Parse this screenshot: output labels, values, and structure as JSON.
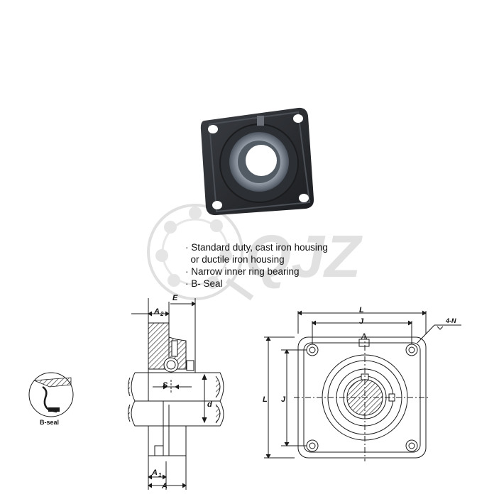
{
  "features": [
    "· Standard duty, cast iron housing",
    "  or ductile iron housing",
    "· Narrow inner ring bearing",
    "· B- Seal"
  ],
  "side_view": {
    "labels": {
      "E": "E",
      "A2": "A",
      "A2_sub": "2",
      "S": "S",
      "d": "d",
      "A1": "A",
      "A1_sub": "1",
      "A": "A"
    }
  },
  "front_view": {
    "labels": {
      "L_top": "L",
      "J_top": "J",
      "holes": "4-N",
      "L_left": "L",
      "J_left": "J"
    }
  },
  "seal_detail": {
    "caption": "B-seal"
  },
  "watermark": {
    "text": "QJZ"
  },
  "colors": {
    "housing": "#2b2d30",
    "line": "#1a1a1a",
    "hatch": "#444444",
    "watermark": "#c8c8c8"
  }
}
